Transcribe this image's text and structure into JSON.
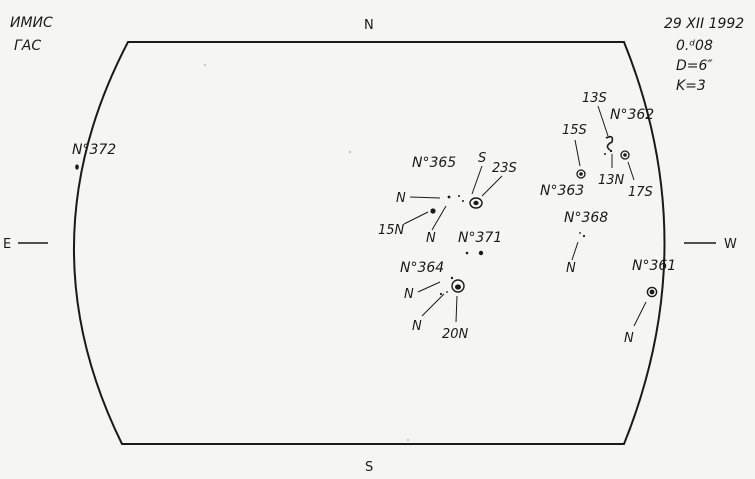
{
  "header": {
    "institute_line1": "ИМИС",
    "institute_line2": "ГАС",
    "date": "29 XII 1992",
    "time": "0.ᵈ08",
    "diameter": "D=6″",
    "quality": "K=3"
  },
  "directions": {
    "north": "N",
    "south": "S",
    "east": "E",
    "west": "W"
  },
  "groups": [
    {
      "id": "372",
      "label": "N°372"
    },
    {
      "id": "365",
      "label": "N°365"
    },
    {
      "id": "371",
      "label": "N°371"
    },
    {
      "id": "364",
      "label": "N°364"
    },
    {
      "id": "363",
      "label": "N°363"
    },
    {
      "id": "362",
      "label": "N°362"
    },
    {
      "id": "368",
      "label": "N°368"
    },
    {
      "id": "361",
      "label": "N°361"
    }
  ],
  "polarity_labels": {
    "g365_s": "S",
    "g365_23s": "23S",
    "g365_n_left": "N",
    "g365_15n": "15N",
    "g365_n_below": "N",
    "g364_n_upper": "N",
    "g364_n_lower": "N",
    "g364_20n": "20N",
    "g363_15s": "15S",
    "g362_13s": "13S",
    "g362_13n": "13N",
    "g362_17s": "17S",
    "g368_n": "N",
    "g361_n": "N"
  },
  "colors": {
    "ink": "#1a1a1a",
    "paper": "#f5f5f3"
  }
}
